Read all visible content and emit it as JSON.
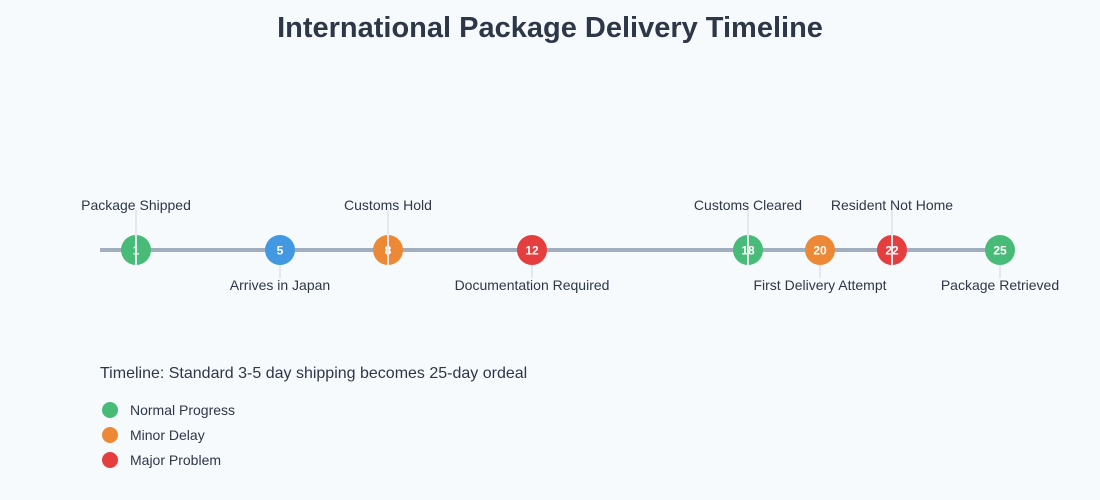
{
  "title": "International Package Delivery Timeline",
  "subtitle": "Timeline: Standard 3-5 day shipping becomes 25-day ordeal",
  "colors": {
    "normal": "#48bb78",
    "info": "#4299e1",
    "minor": "#ed8936",
    "major": "#e53e3e",
    "axis": "#a0aec0",
    "connector": "#e2e8f0"
  },
  "events": [
    {
      "day": 1,
      "label": "Package Shipped",
      "status": "normal",
      "position": "above"
    },
    {
      "day": 5,
      "label": "Arrives in Japan",
      "status": "info",
      "position": "below"
    },
    {
      "day": 8,
      "label": "Customs Hold",
      "status": "minor",
      "position": "above"
    },
    {
      "day": 12,
      "label": "Documentation Required",
      "status": "major",
      "position": "below"
    },
    {
      "day": 18,
      "label": "Customs Cleared",
      "status": "normal",
      "position": "above"
    },
    {
      "day": 20,
      "label": "First Delivery Attempt",
      "status": "minor",
      "position": "below"
    },
    {
      "day": 22,
      "label": "Resident Not Home",
      "status": "major",
      "position": "above"
    },
    {
      "day": 25,
      "label": "Package Retrieved",
      "status": "normal",
      "position": "below"
    }
  ],
  "legend": [
    {
      "label": "Normal Progress",
      "status": "normal"
    },
    {
      "label": "Minor Delay",
      "status": "minor"
    },
    {
      "label": "Major Problem",
      "status": "major"
    }
  ]
}
